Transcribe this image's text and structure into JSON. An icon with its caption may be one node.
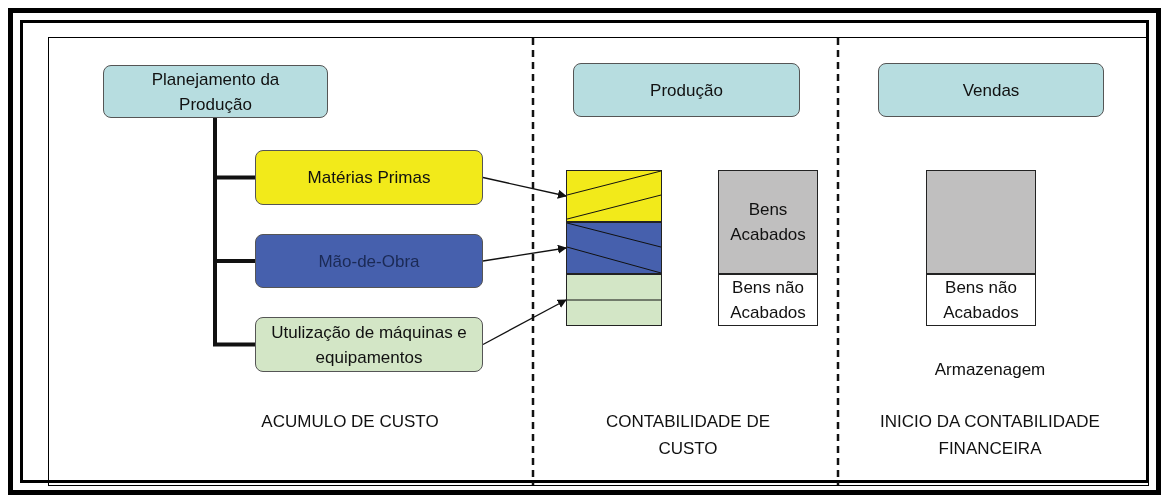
{
  "diagram": {
    "nodes": [
      {
        "text": [
          "Planejamento da Produção"
        ]
      },
      {
        "text": [
          "Matérias Primas"
        ]
      },
      {
        "text": [
          "Mão-de-Obra"
        ]
      },
      {
        "text": [
          "Utulização de máquinas e equipamentos"
        ]
      },
      {
        "text": [
          "Produção"
        ]
      },
      {
        "text": [
          "Vendas"
        ]
      },
      {
        "text": [],
        "shape": "box"
      },
      {
        "text": [],
        "shape": "box"
      },
      {
        "text": [],
        "shape": "box"
      },
      {
        "text": [
          "Bens Acabados"
        ]
      },
      {
        "text": [
          "Bens não Acabados"
        ]
      },
      {
        "text": [],
        "shape": "box"
      },
      {
        "text": [
          "Bens não Acabados"
        ]
      }
    ],
    "edges": [
      {
        "from": 0,
        "to": 1,
        "arrow": "none",
        "style": "thick"
      },
      {
        "from": 0,
        "to": 2,
        "arrow": "none",
        "style": "thick"
      },
      {
        "from": 0,
        "to": 3,
        "arrow": "none",
        "style": "thick"
      },
      {
        "from": 1,
        "to": 6,
        "arrow": "to"
      },
      {
        "from": 2,
        "to": 7,
        "arrow": "to"
      },
      {
        "from": 3,
        "to": 8,
        "arrow": "to"
      }
    ],
    "labels": [
      "Armazenagem",
      "ACUMULO DE CUSTO",
      "CONTABILIDADE DE CUSTO",
      "INICIO DA CONTABILIDADE FINANCEIRA"
    ]
  }
}
